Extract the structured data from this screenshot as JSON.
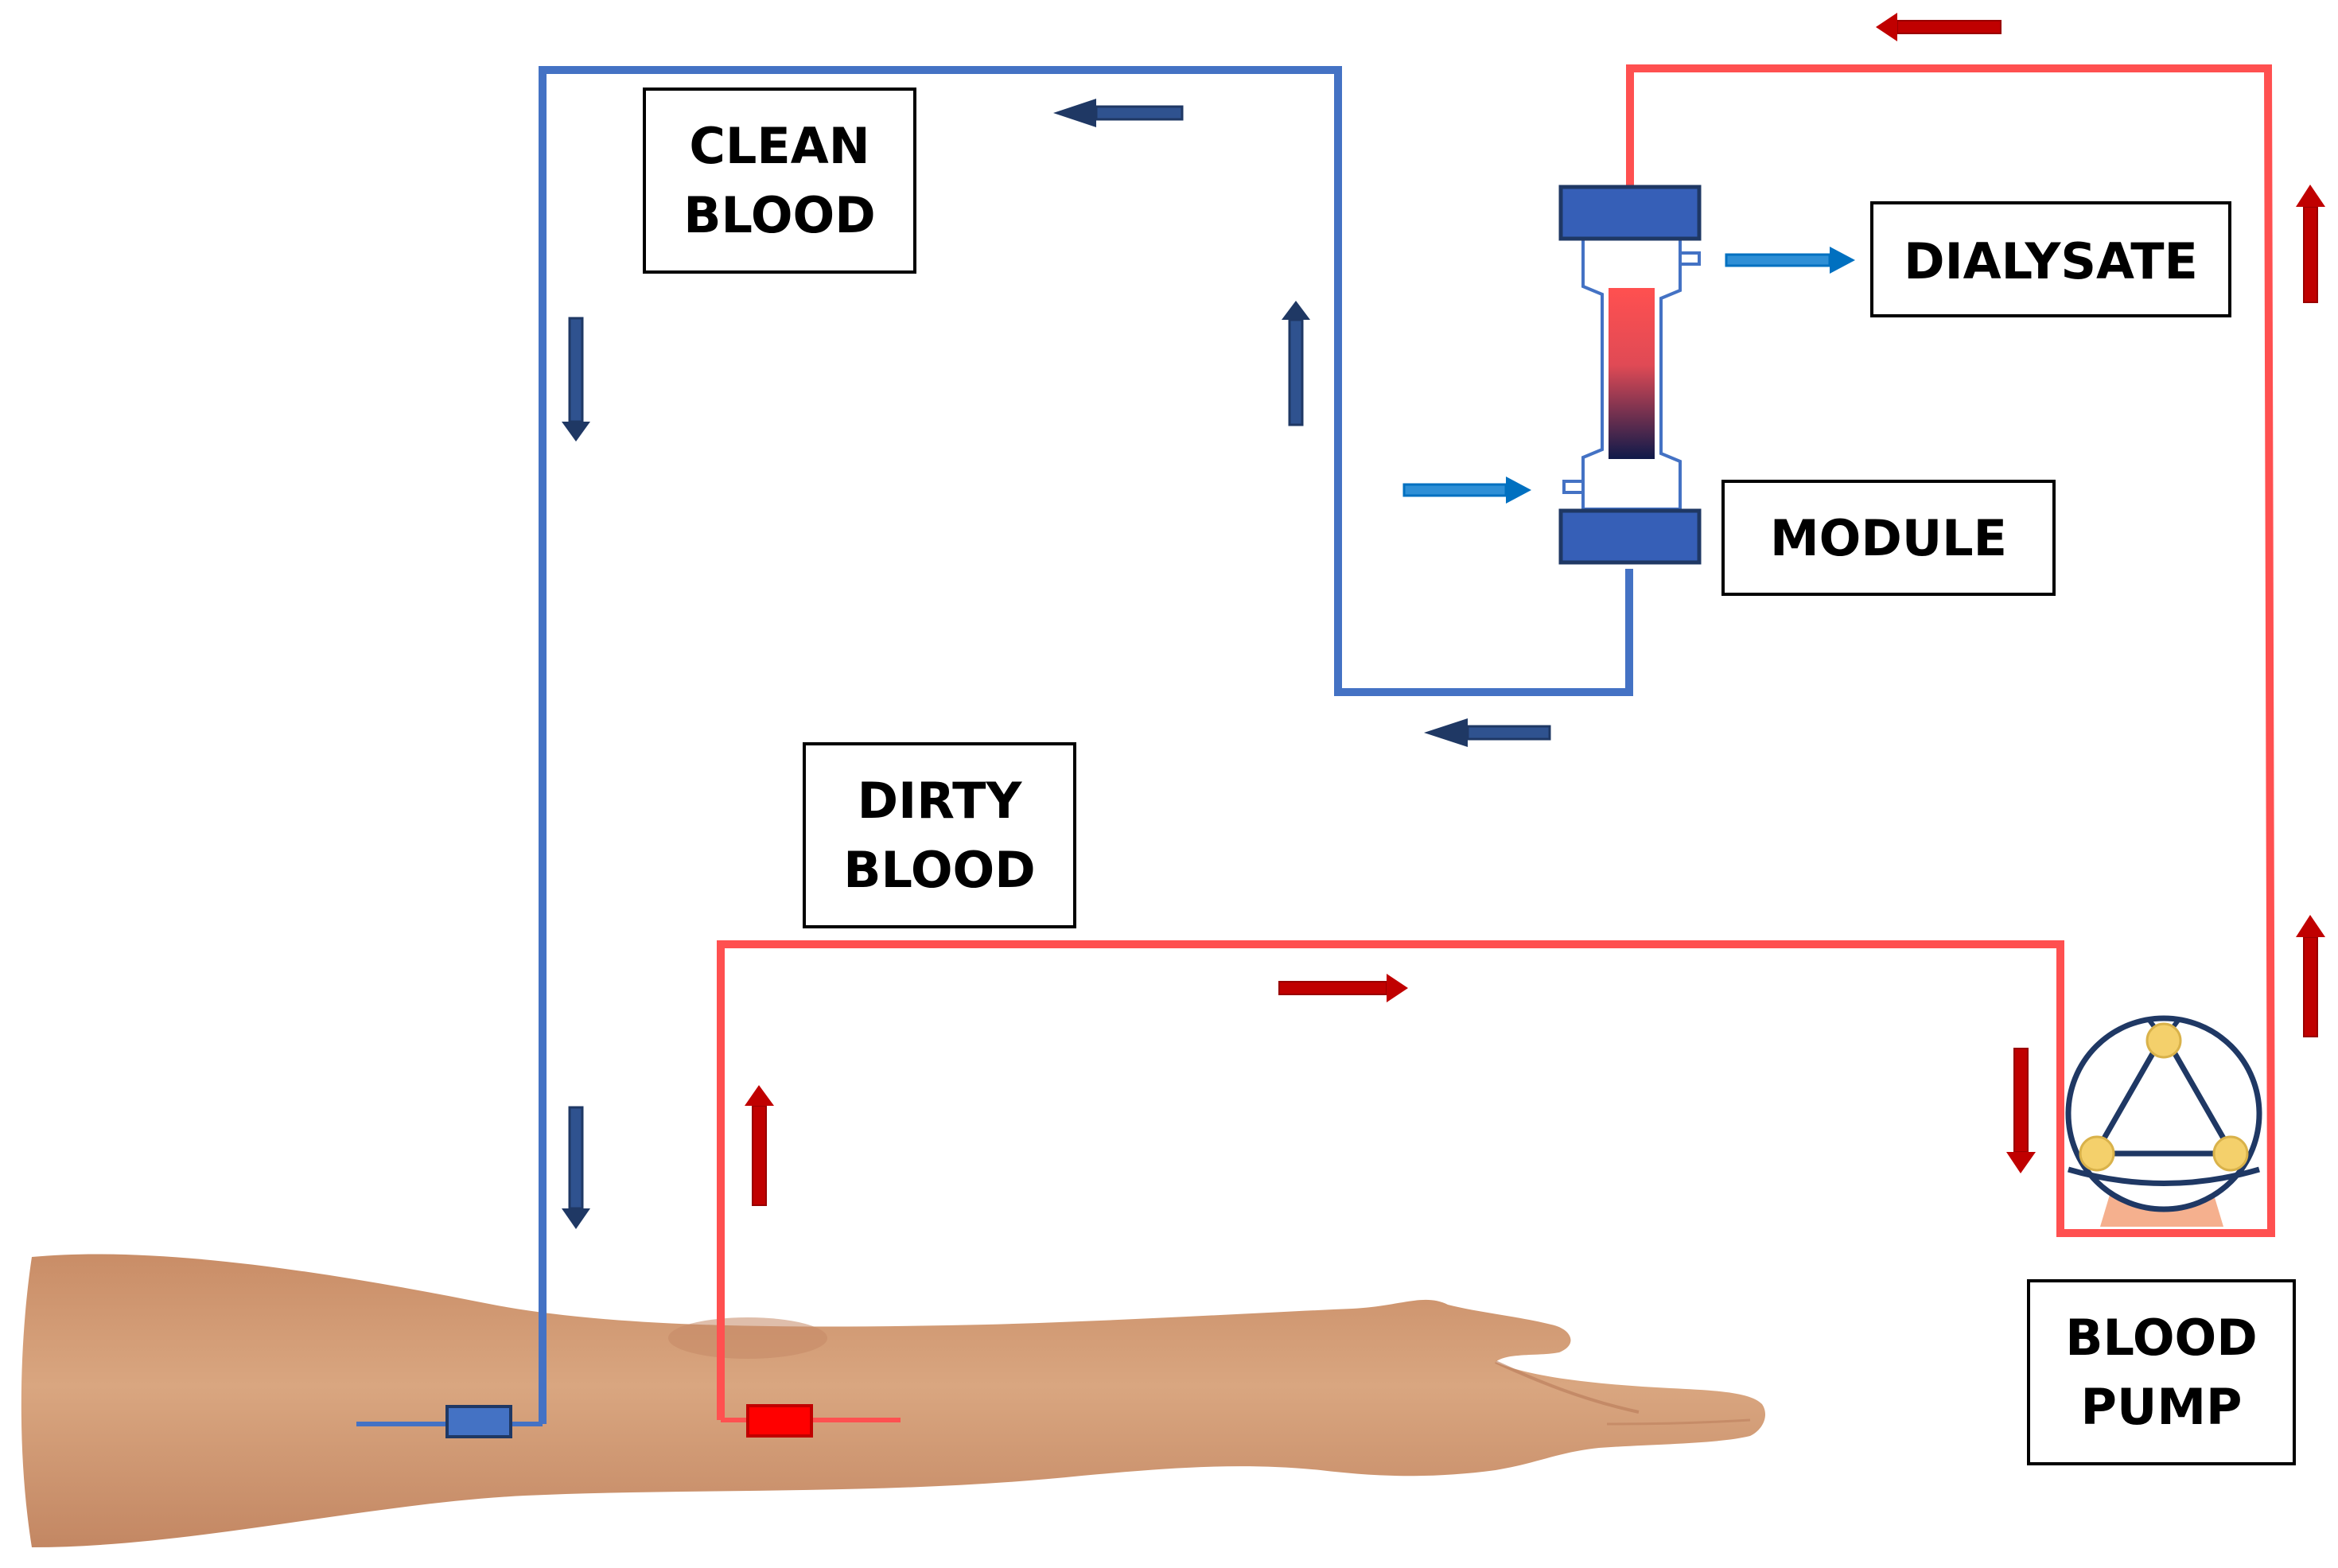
{
  "labels": {
    "clean_blood": [
      "CLEAN",
      "BLOOD"
    ],
    "dirty_blood": [
      "DIRTY",
      "BLOOD"
    ],
    "dialysate": "DIALYSATE",
    "module": "MODULE",
    "blood_pump": [
      "BLOOD",
      "PUMP"
    ]
  },
  "colors": {
    "clean_line": "#4472c4",
    "dirty_line": "#ff5050",
    "clean_arrow": "#1f3864",
    "dirty_arrow": "#c00000",
    "dialysate_arrow": "#0070c0",
    "module_cap": "#365fb7",
    "skin": "#d6a07c",
    "pump_roller": "#f4d06b",
    "pump_base": "#f5b08e"
  },
  "icons": {
    "arm": "human-arm-illustration",
    "pump": "peristaltic-pump-icon",
    "module": "dialyzer-module-icon"
  }
}
